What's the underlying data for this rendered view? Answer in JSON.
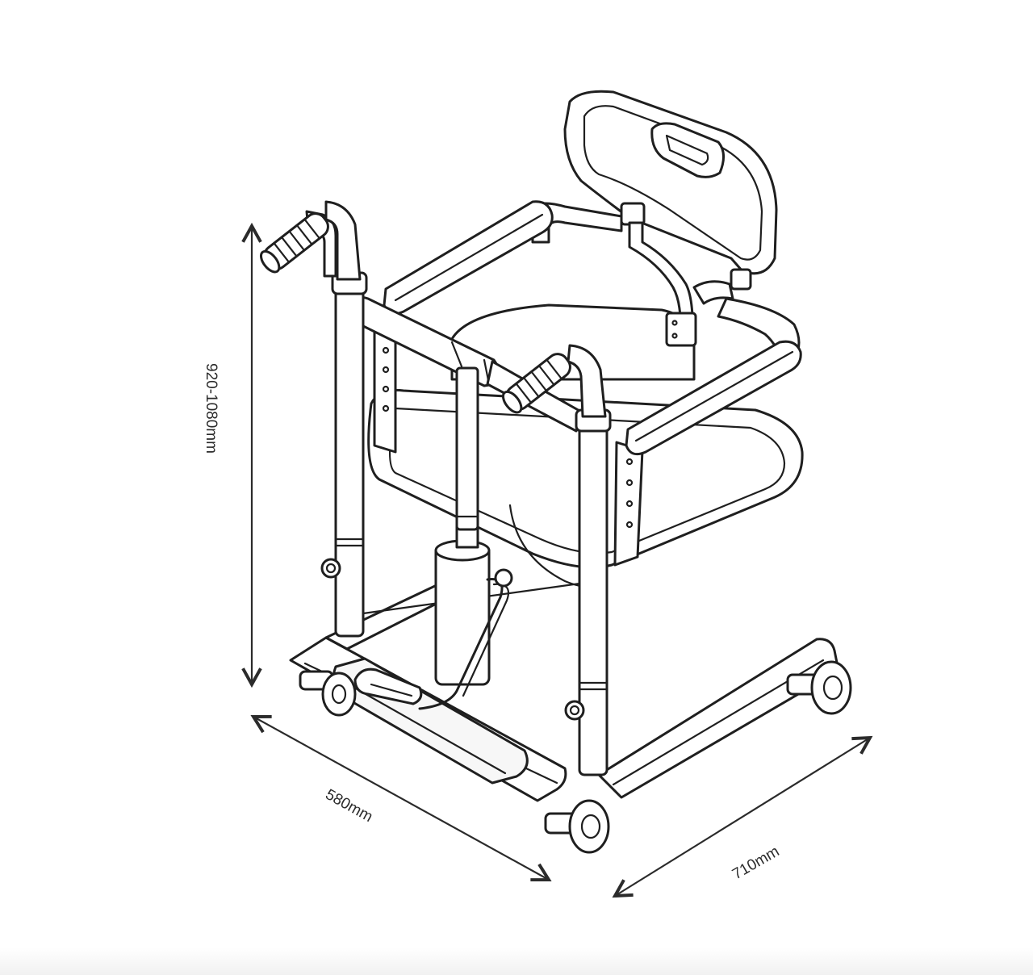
{
  "dimensions": {
    "height_label": "920-1080mm",
    "width_label": "580mm",
    "depth_label": "710mm"
  },
  "colors": {
    "line": "#1f1f1f",
    "background": "#ffffff"
  }
}
